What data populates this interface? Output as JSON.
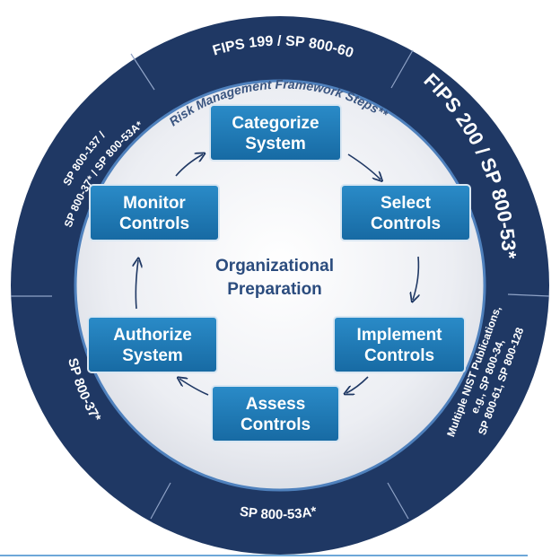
{
  "ring_labels": {
    "top": "FIPS 199 / SP 800-60",
    "right_top": "FIPS 200 / SP 800-53*",
    "right_bottom_line1": "Multiple NIST Publications,",
    "right_bottom_line2": "e.g., SP 800-34,",
    "right_bottom_line3": "SP 800-61, SP 800-128",
    "bottom": "SP 800-53A*",
    "left_bottom": "SP 800-37*",
    "left_top_line1": "SP 800-137 /",
    "left_top_line2": "SP 800-37* / SP 800-53A*"
  },
  "rmf_title": "Risk Management Framework Steps**",
  "center": {
    "line1": "Organizational",
    "line2": "Preparation"
  },
  "steps": [
    {
      "line1": "Categorize",
      "line2": "System"
    },
    {
      "line1": "Select",
      "line2": "Controls"
    },
    {
      "line1": "Implement",
      "line2": "Controls"
    },
    {
      "line1": "Assess",
      "line2": "Controls"
    },
    {
      "line1": "Authorize",
      "line2": "System"
    },
    {
      "line1": "Monitor",
      "line2": "Controls"
    }
  ],
  "colors": {
    "ring": "#1f3864",
    "ring_divider": "#8fa3c7",
    "inner_bg": "#e6e8ee",
    "inner_border": "#4f81bd",
    "step_fill": "#1f7ab7",
    "step_border": "#d8e6f2",
    "center_text": "#2b4c7e",
    "bottom_rule": "#6ea8d8"
  }
}
